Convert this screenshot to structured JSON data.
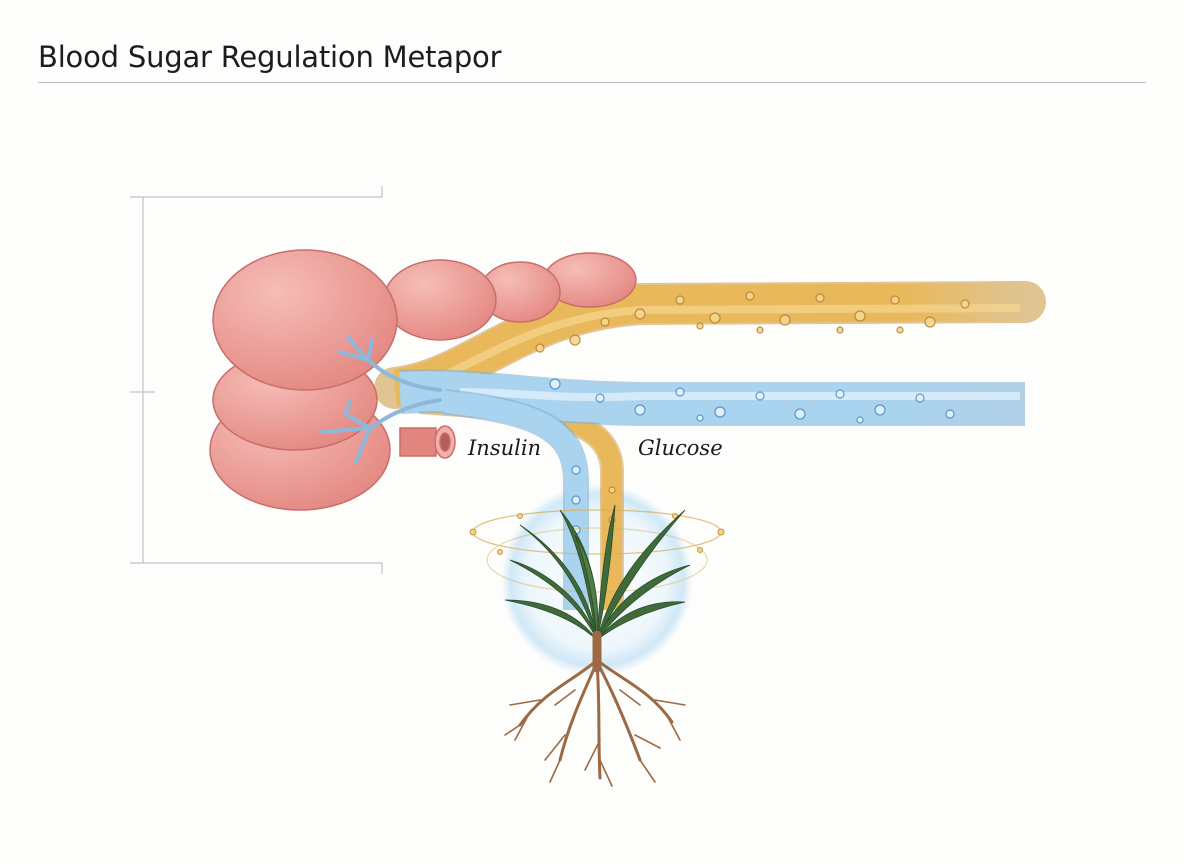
{
  "header": {
    "title": "Blood Sugar Regulation Metapor"
  },
  "diagram": {
    "labels": {
      "insulin": "Insulin",
      "glucose": "Glucose"
    },
    "icons": {
      "organ": "pancreas-icon",
      "plant": "plant-icon",
      "roots": "roots-icon"
    },
    "colors": {
      "insulin_tube": "#a9d3ee",
      "insulin_stroke": "#7fb3d9",
      "glucose_tube": "#e8b85a",
      "glucose_stroke": "#c9953a",
      "pancreas": "#ec9a95",
      "pancreas_stroke": "#c86e6a",
      "vessels": "#8db8dc",
      "leaves": "#3f6b3a",
      "roots": "#9b6a45",
      "bracket": "#c4c4c4"
    }
  }
}
